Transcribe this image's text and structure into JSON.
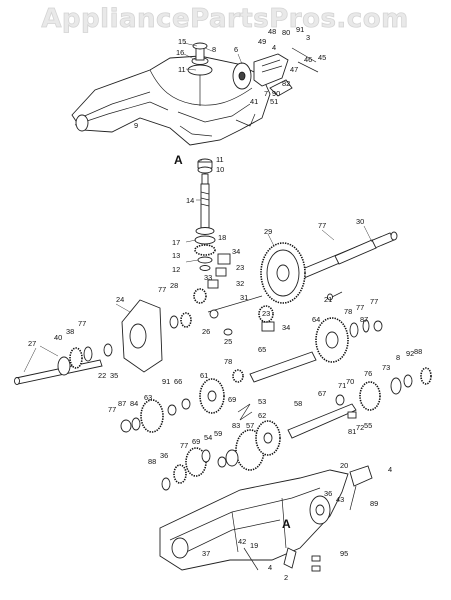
{
  "watermark": "AppliancePartsPros.com",
  "section_labels": [
    "A",
    "A"
  ],
  "callouts": [
    "15",
    "8",
    "16",
    "11",
    "6",
    "49",
    "48",
    "80",
    "91",
    "3",
    "47",
    "46",
    "45",
    "4",
    "7",
    "90",
    "82",
    "51",
    "41",
    "9",
    "11",
    "10",
    "14",
    "30",
    "77",
    "29",
    "17",
    "18",
    "13",
    "12",
    "34",
    "23",
    "33",
    "32",
    "31",
    "28",
    "77",
    "24",
    "21",
    "26",
    "25",
    "23",
    "34",
    "40",
    "38",
    "77",
    "78",
    "77",
    "87",
    "77",
    "27",
    "64",
    "22",
    "35",
    "78",
    "65",
    "91",
    "66",
    "61",
    "8",
    "92",
    "88",
    "71",
    "70",
    "76",
    "73",
    "67",
    "69",
    "53",
    "77",
    "87",
    "84",
    "63",
    "58",
    "81",
    "72",
    "55",
    "62",
    "57",
    "83",
    "59",
    "54",
    "69",
    "77",
    "88",
    "36",
    "4",
    "20",
    "43",
    "89",
    "36",
    "42",
    "19",
    "37",
    "95",
    "2",
    "4"
  ]
}
